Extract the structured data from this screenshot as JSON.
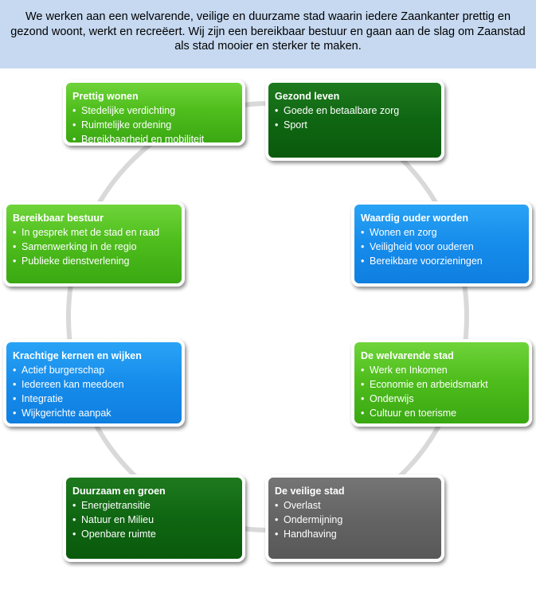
{
  "banner": {
    "text": "We werken aan een welvarende, veilige en duurzame stad waarin iedere Zaankanter prettig en gezond woont, werkt en recreëert. Wij zijn een bereikbaar bestuur en gaan aan de slag om Zaanstad als stad mooier en sterker te maken."
  },
  "colors": {
    "banner": "#c6d9f1",
    "lime": "#4fbe1d",
    "dark_green": "#0f6612",
    "blue": "#168ceb",
    "gray": "#646464",
    "ring": "#d9d9d9"
  },
  "cards": [
    {
      "id": "prettig-wonen",
      "title": "Prettig wonen",
      "color": "lime",
      "items": [
        "Stedelijke verdichting",
        "Ruimtelijke ordening",
        "Bereikbaarheid en mobiliteit"
      ]
    },
    {
      "id": "gezond-leven",
      "title": "Gezond leven",
      "color": "dark_green",
      "items": [
        "Goede en betaalbare zorg",
        "Sport"
      ]
    },
    {
      "id": "bereikbaar-bestuur",
      "title": "Bereikbaar bestuur",
      "color": "lime",
      "items": [
        "In gesprek met de stad en raad",
        "Samenwerking in de regio",
        "Publieke dienstverlening"
      ]
    },
    {
      "id": "waardig-ouder-worden",
      "title": "Waardig ouder worden",
      "color": "blue",
      "items": [
        "Wonen en zorg",
        "Veiligheid voor ouderen",
        "Bereikbare voorzieningen"
      ]
    },
    {
      "id": "krachtige-kernen",
      "title": "Krachtige kernen en wijken",
      "color": "blue",
      "items": [
        "Actief burgerschap",
        "Iedereen kan meedoen",
        "Integratie",
        "Wijkgerichte aanpak"
      ]
    },
    {
      "id": "welvarende-stad",
      "title": "De welvarende stad",
      "color": "lime",
      "items": [
        "Werk en Inkomen",
        "Economie en arbeidsmarkt",
        "Onderwijs",
        "Cultuur en toerisme"
      ]
    },
    {
      "id": "duurzaam-groen",
      "title": "Duurzaam en groen",
      "color": "dark_green",
      "items": [
        "Energietransitie",
        "Natuur en Milieu",
        "Openbare ruimte"
      ]
    },
    {
      "id": "veilige-stad",
      "title": "De veilige stad",
      "color": "gray",
      "items": [
        "Overlast",
        "Ondermijning",
        "Handhaving"
      ]
    }
  ]
}
